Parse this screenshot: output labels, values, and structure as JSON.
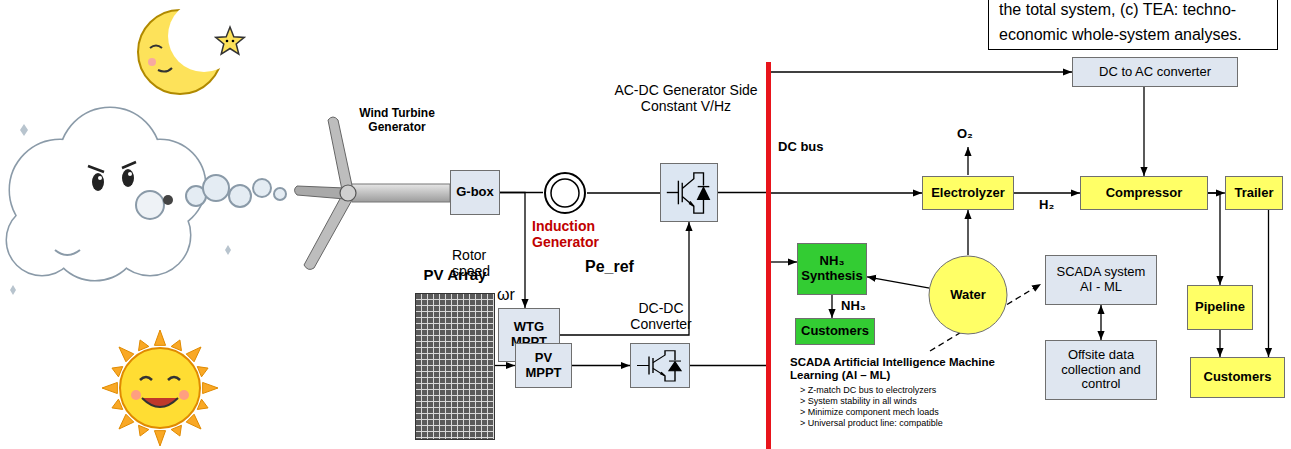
{
  "diagram": {
    "nodes": [
      {
        "text": [
          "the total system, (c) TEA: techno- economic whole-system analyses."
        ]
      },
      {
        "text": [
          "G-box"
        ]
      },
      {
        "text": [
          "Induction Generator"
        ]
      },
      {
        "text": [
          "AC-DC Generator Side Constant V/Hz"
        ]
      },
      {
        "text": [
          "WTG MPPT"
        ]
      },
      {
        "text": [
          "PV Array"
        ]
      },
      {
        "text": [
          "PV MPPT"
        ]
      },
      {
        "text": [
          "DC-DC Converter"
        ]
      },
      {
        "text": [
          "DC bus"
        ]
      },
      {
        "text": [
          "DC to AC converter"
        ]
      },
      {
        "text": [
          "Electrolyzer"
        ]
      },
      {
        "text": [
          "Compressor"
        ]
      },
      {
        "text": [
          "Trailer"
        ]
      },
      {
        "text": [
          "NH₃ Synthesis"
        ]
      },
      {
        "text": [
          "Water"
        ]
      },
      {
        "text": [
          "Customers"
        ]
      },
      {
        "text": [
          "SCADA system AI - ML"
        ]
      },
      {
        "text": [
          "Pipeline"
        ]
      },
      {
        "text": [
          "Offsite data collection and control"
        ]
      },
      {
        "text": [
          "Customers"
        ]
      }
    ],
    "edges": [
      {
        "from": 1,
        "to": 2,
        "arrow": "none"
      },
      {
        "from": 2,
        "to": 3,
        "arrow": "none"
      },
      {
        "from": 1,
        "to": 4,
        "arrow": "to"
      },
      {
        "from": 4,
        "to": 3,
        "arrow": "to"
      },
      {
        "from": 3,
        "to": 8,
        "arrow": "none"
      },
      {
        "from": 5,
        "to": 6,
        "arrow": "to"
      },
      {
        "from": 6,
        "to": 7,
        "arrow": "to"
      },
      {
        "from": 7,
        "to": 8,
        "arrow": "none"
      },
      {
        "from": 8,
        "to": 9,
        "arrow": "to"
      },
      {
        "from": 8,
        "to": 10,
        "arrow": "to"
      },
      {
        "from": 8,
        "to": 13,
        "arrow": "to"
      },
      {
        "from": 9,
        "to": 11,
        "arrow": "to"
      },
      {
        "from": 10,
        "to": 11,
        "arrow": "to",
        "label": "H₂"
      },
      {
        "from": 11,
        "to": 12,
        "arrow": "to"
      },
      {
        "from": 11,
        "to": 17,
        "arrow": "to"
      },
      {
        "from": 12,
        "to": 19,
        "arrow": "to"
      },
      {
        "from": 17,
        "to": 19,
        "arrow": "to"
      },
      {
        "from": 13,
        "to": 15,
        "arrow": "to",
        "label": "NH₃"
      },
      {
        "from": 14,
        "to": 10,
        "arrow": "to"
      },
      {
        "from": 14,
        "to": 13,
        "arrow": "to"
      },
      {
        "from": 16,
        "to": 18,
        "arrow": "both"
      }
    ],
    "labels": [
      "Wind Turbine Generator",
      "Rotor speed",
      "ωr",
      "Pe_ref",
      "O₂",
      "SCADA Artificial Intelligence Machine Learning (AI – ML)",
      "> Z-match DC bus to electrolyzers",
      "> System stability in all winds",
      "> Minimize component mech loads",
      "> Universal product line: compatible"
    ]
  }
}
